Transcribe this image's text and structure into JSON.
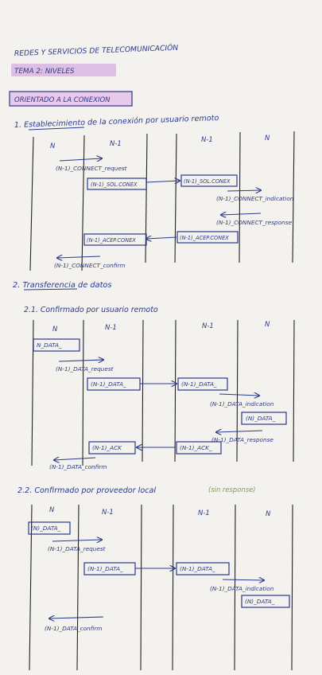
{
  "colors": {
    "ink": "#2b3a8a",
    "highlight": "#d8b6e0",
    "note": "#7a9c5a"
  },
  "header": {
    "title": "REDES Y SERVICIOS DE TELECOMUNICACIÓN",
    "tag": "TEMA 2: NIVELES"
  },
  "section_oriented": "ORIENTADO A LA CONEXION",
  "s1": {
    "title": "1. Establecimiento de la conexión por usuario remoto",
    "col_n": "N",
    "col_n1a": "N-1",
    "col_n1b": "N-1",
    "col_n2": "N",
    "req": "(N-1)_CONNECT_request",
    "sol_left": "(N-1)_SOL.CONEX",
    "sol_right": "(N-1)_SOL.CONEX",
    "indication": "(N-1)_CONNECT_indication",
    "response": "(N-1)_CONNECT_response",
    "acep_left": "(N-1)_ACEP.CONEX",
    "acep_right": "(N-1)_ACEP.CONEX",
    "confirm": "(N-1)_CONNECT_confirm"
  },
  "s2": {
    "title": "2. Transferencia de datos",
    "sub": "2.1. Confirmado por usuario remoto",
    "col_n": "N",
    "col_n1a": "N-1",
    "col_n1b": "N-1",
    "col_n2": "N",
    "data_box": "N_DATA_",
    "req": "(N-1)_DATA_request",
    "data_left": "(N-1)_DATA_",
    "data_right": "(N-1)_DATA_",
    "indication": "(N-1)_DATA_indication",
    "data_box_right": "(N)_DATA_",
    "response": "(N-1)_DATA_response",
    "ack_left": "(N-1)_ACK",
    "ack_right": "(N-1)_ACK_",
    "confirm": "(N-1)_DATA_confirm"
  },
  "s3": {
    "title": "2.2. Confirmado por proveedor local",
    "note": "(sin response)",
    "col_n": "N",
    "col_n1a": "N-1",
    "col_n1b": "N-1",
    "col_n2": "N",
    "data_box": "(N)_DATA_",
    "req": "(N-1)_DATA_request",
    "data_left": "(N-1)_DATA_",
    "data_right": "(N-1)_DATA_",
    "indication": "(N-1)_DATA_indication",
    "data_box_right": "(N)_DATA_",
    "confirm": "(N-1)_DATA_confirm"
  }
}
